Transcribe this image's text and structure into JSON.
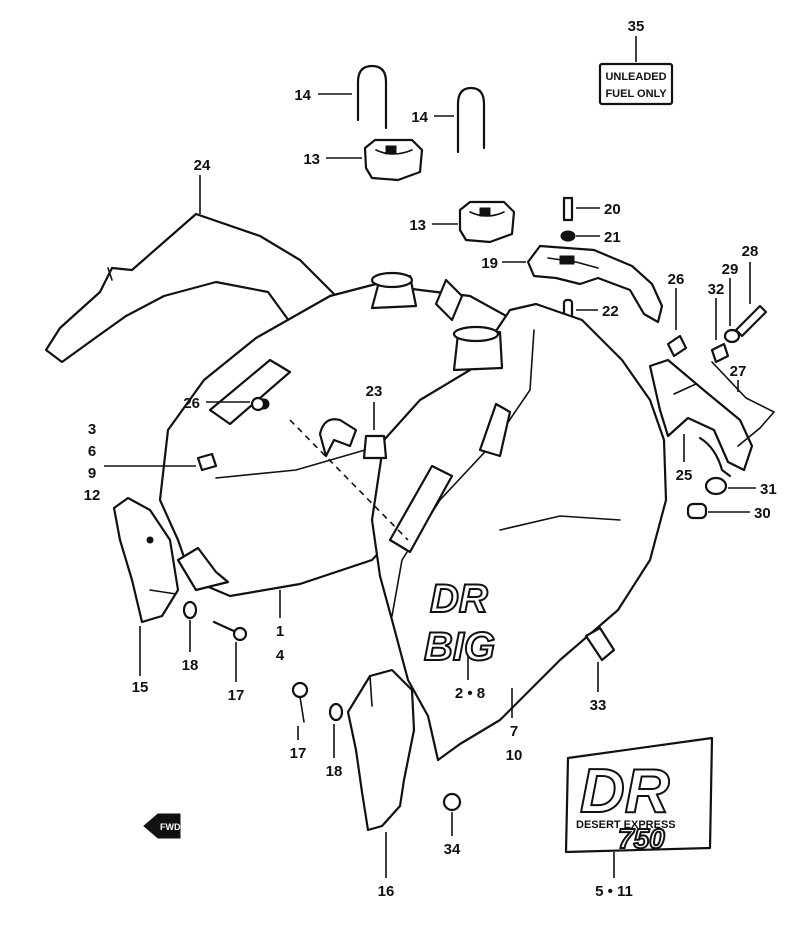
{
  "labels": {
    "p35": "35",
    "p14a": "14",
    "p14b": "14",
    "p13a": "13",
    "p13b": "13",
    "p24": "24",
    "p20": "20",
    "p21": "21",
    "p19": "19",
    "p22": "22",
    "p28": "28",
    "p26a": "26",
    "p29": "29",
    "p32": "32",
    "p26b": "26",
    "p23": "23",
    "p27": "27",
    "p3": "3",
    "p6": "6",
    "p9": "9",
    "p12": "12",
    "p25": "25",
    "p31": "31",
    "p30": "30",
    "p1": "1",
    "p4": "4",
    "p15": "15",
    "p18a": "18",
    "p17a": "17",
    "p2_8": "2 • 8",
    "p33": "33",
    "p17b": "17",
    "p18b": "18",
    "p7": "7",
    "p10": "10",
    "p34": "34",
    "p16": "16",
    "p5_11": "5 • 11"
  },
  "decals": {
    "fuel_line1": "UNLEADED",
    "fuel_line2": "FUEL ONLY",
    "dr_big_top": "DR",
    "dr_big_bottom": "BIG",
    "dr750_top": "DR",
    "dr750_middle": "DESERT EXPRESS",
    "dr750_bottom": "750",
    "fwd": "FWD"
  }
}
